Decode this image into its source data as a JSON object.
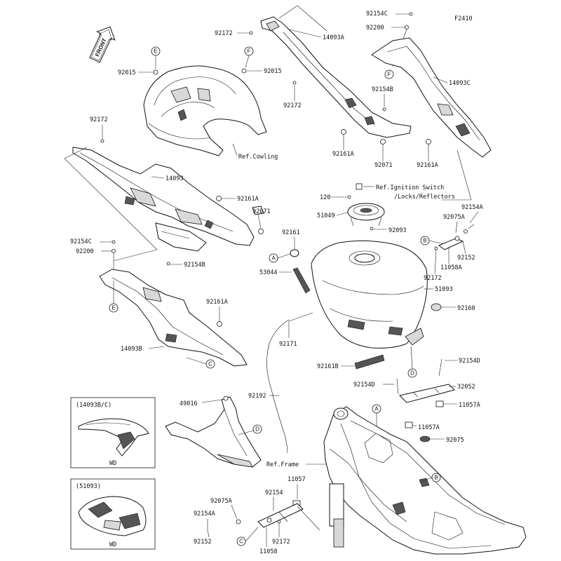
{
  "figure_code": "F2410",
  "front_arrow_label": "FRONT",
  "labels": {
    "p92154C_top": "92154C",
    "p92200_top": "92200",
    "p92172_top": "92172",
    "p14093A": "14093A",
    "p92015_left": "92015",
    "p92015_right": "92015",
    "p14093C": "14093C",
    "p92154B_top": "92154B",
    "p92172_mid": "92172",
    "p92172_left": "92172",
    "p92161A_top": "92161A",
    "p92071_top": "92071",
    "p92161A_right": "92161A",
    "ref_cowling": "Ref.Cowling",
    "p14093": "14093",
    "p92161A_mid": "92161A",
    "p92071_mid": "92071",
    "p120": "120",
    "ref_ignition": "Ref.Ignition Switch",
    "ref_ignition2": "/Locks/Reflectors",
    "p51049": "51049",
    "p92093": "92093",
    "p92154A_right": "92154A",
    "p92075A_right": "92075A",
    "p92154C_left": "92154C",
    "p92200_left": "92200",
    "p92161": "92161",
    "p92154B_mid": "92154B",
    "p92152_right": "92152",
    "p11058A": "11058A",
    "p53044": "53044",
    "p92172_right": "92172",
    "p51093": "51093",
    "p92161A_left": "92161A",
    "p92160": "92160",
    "p92171": "92171",
    "p14093B": "14093B",
    "p92154D_right": "92154D",
    "p92161B": "92161B",
    "p92154D_left": "92154D",
    "p32052": "32052",
    "p92192": "92192",
    "p49016": "49016",
    "p11057A_upper": "11057A",
    "p11057A_lower": "11057A",
    "p92075": "92075",
    "ref_frame": "Ref.Frame",
    "p11057": "11057",
    "p92075A_bottom": "92075A",
    "p92154_bottom": "92154",
    "p92154A_bottom": "92154A",
    "p92152_bottom": "92152",
    "p11058_bottom": "11058",
    "p92172_bottom": "92172"
  },
  "callouts": {
    "E_top": "E",
    "F_top": "F",
    "F_right": "F",
    "A_left": "A",
    "B_right": "B",
    "E_left": "E",
    "C_left": "C",
    "D_mid": "D",
    "D_lower": "D",
    "A_frame": "A",
    "B_frame": "B",
    "C_bottom": "C"
  },
  "insets": [
    {
      "title": "(14093B/C)",
      "caption": "WD"
    },
    {
      "title": "(51093)",
      "caption": "WD"
    }
  ]
}
